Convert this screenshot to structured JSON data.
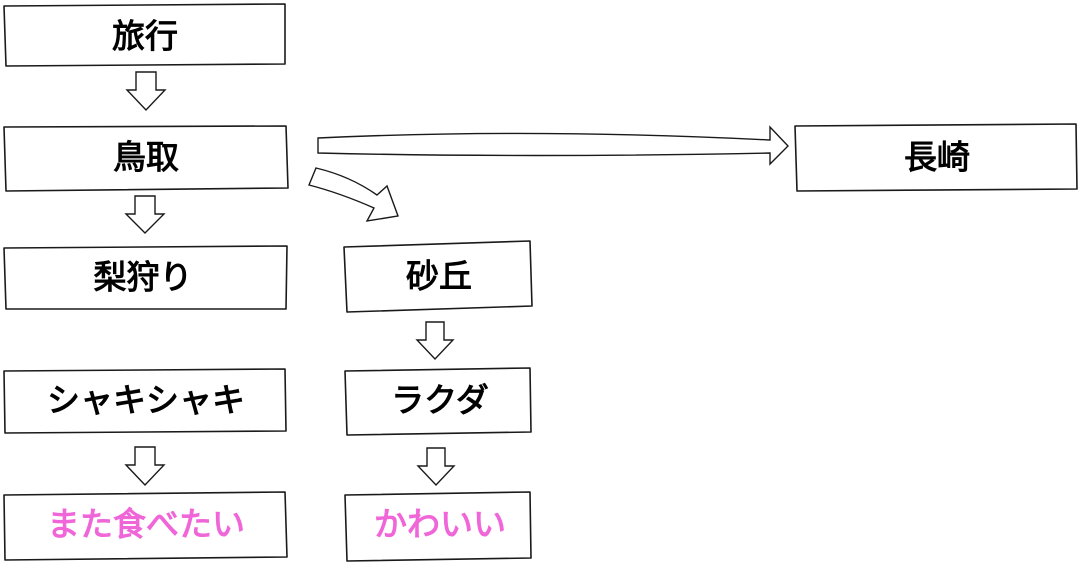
{
  "nodes": {
    "ryokou": {
      "label": "旅行",
      "color": "#000000"
    },
    "tottori": {
      "label": "鳥取",
      "color": "#000000"
    },
    "nagasaki": {
      "label": "長崎",
      "color": "#000000"
    },
    "nashigari": {
      "label": "梨狩り",
      "color": "#000000"
    },
    "sakyu": {
      "label": "砂丘",
      "color": "#000000"
    },
    "shakishaki": {
      "label": "シャキシャキ",
      "color": "#000000"
    },
    "rakuda": {
      "label": "ラクダ",
      "color": "#000000"
    },
    "matatabetai": {
      "label": "また食べたい",
      "color": "#f066d8"
    },
    "kawaii": {
      "label": "かわいい",
      "color": "#f066d8"
    }
  }
}
